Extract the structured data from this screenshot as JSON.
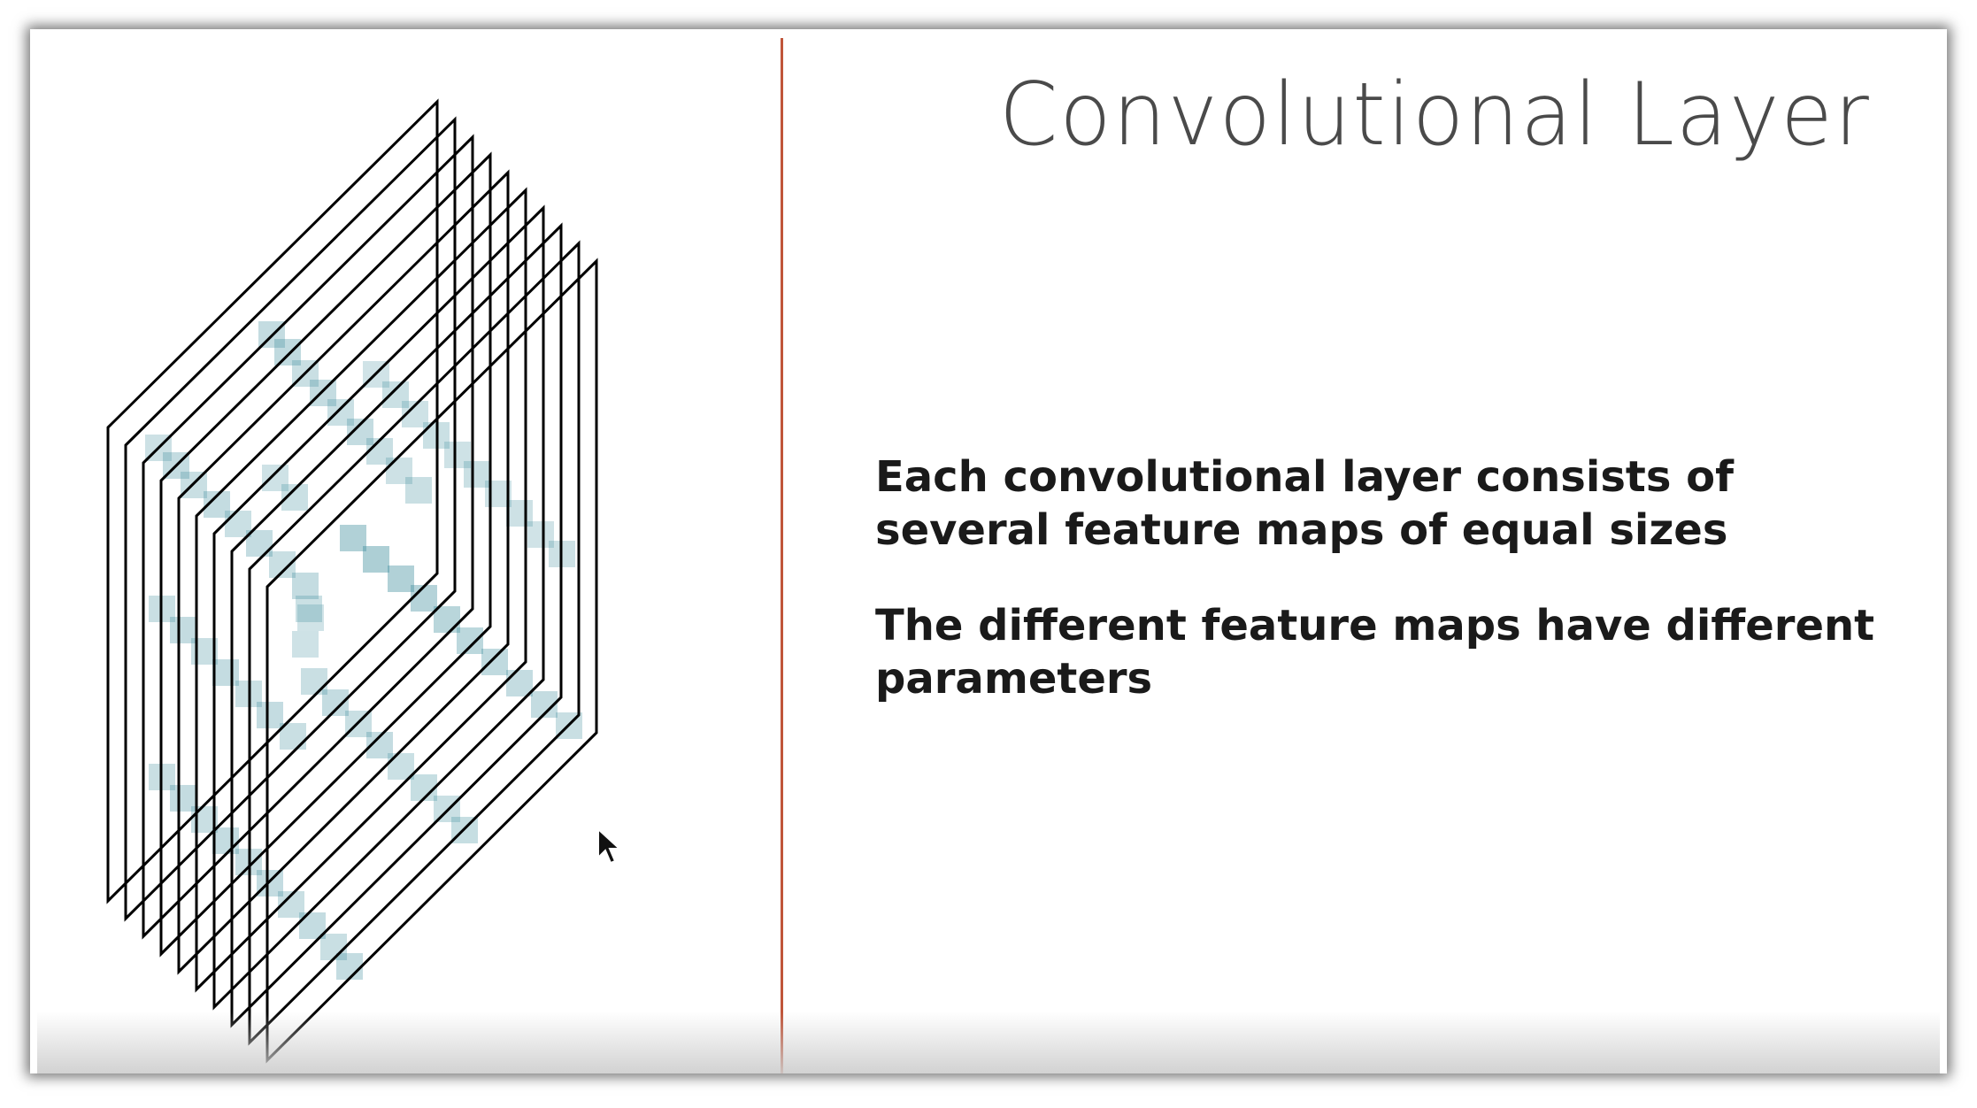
{
  "slide": {
    "title": "Convolutional Layer",
    "bullets": [
      "Each convolutional layer consists of several feature maps of equal sizes",
      "The different feature maps have different parameters"
    ]
  },
  "diagram": {
    "feature_map_count": 10,
    "frame_color": "#000000",
    "pixel_color": "#3c8c9c",
    "divider_color": "#c0553a"
  },
  "icons": {
    "cursor": "mouse-pointer-icon"
  }
}
